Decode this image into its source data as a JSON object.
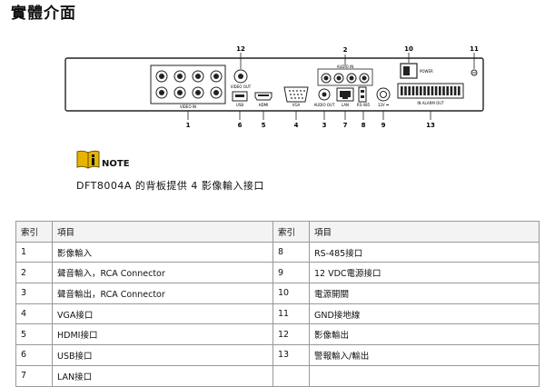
{
  "page": {
    "title": "實體介面"
  },
  "panel": {
    "callouts": [
      "1",
      "2",
      "3",
      "4",
      "5",
      "6",
      "7",
      "8",
      "9",
      "10",
      "11",
      "12",
      "13"
    ],
    "labels": {
      "video_in": "VIDEO IN",
      "audio_in": "AUDIO IN",
      "video_out": "VIDEO OUT",
      "usb": "USB",
      "hdmi": "HDMI",
      "vga": "VGA",
      "audio_out": "AUDIO OUT",
      "lan": "LAN",
      "rs485": "RS-485",
      "power_in": "12V ⎓",
      "power": "POWER",
      "alarm": "IN ALARM OUT"
    },
    "colors": {
      "outline": "#222222",
      "fill": "#ffffff",
      "dark": "#111111"
    }
  },
  "note": {
    "label": "NOTE",
    "icon": "book-info-icon",
    "color": "#e8b400",
    "text": "DFT8004A 的背板提供 4 影像輸入接口"
  },
  "table": {
    "headers": [
      "索引",
      "項目",
      "索引",
      "項目"
    ],
    "rows": [
      [
        "1",
        "影像輸入",
        "8",
        "RS-485接口"
      ],
      [
        "2",
        "聲音輸入，RCA Connector",
        "9",
        "12 VDC電源接口"
      ],
      [
        "3",
        "聲音輸出，RCA Connector",
        "10",
        "電源開關"
      ],
      [
        "4",
        "VGA接口",
        "11",
        "GND接地線"
      ],
      [
        "5",
        "HDMI接口",
        "12",
        "影像輸出"
      ],
      [
        "6",
        "USB接口",
        "13",
        "警報輸入/輸出"
      ],
      [
        "7",
        "LAN接口",
        "",
        ""
      ]
    ]
  }
}
